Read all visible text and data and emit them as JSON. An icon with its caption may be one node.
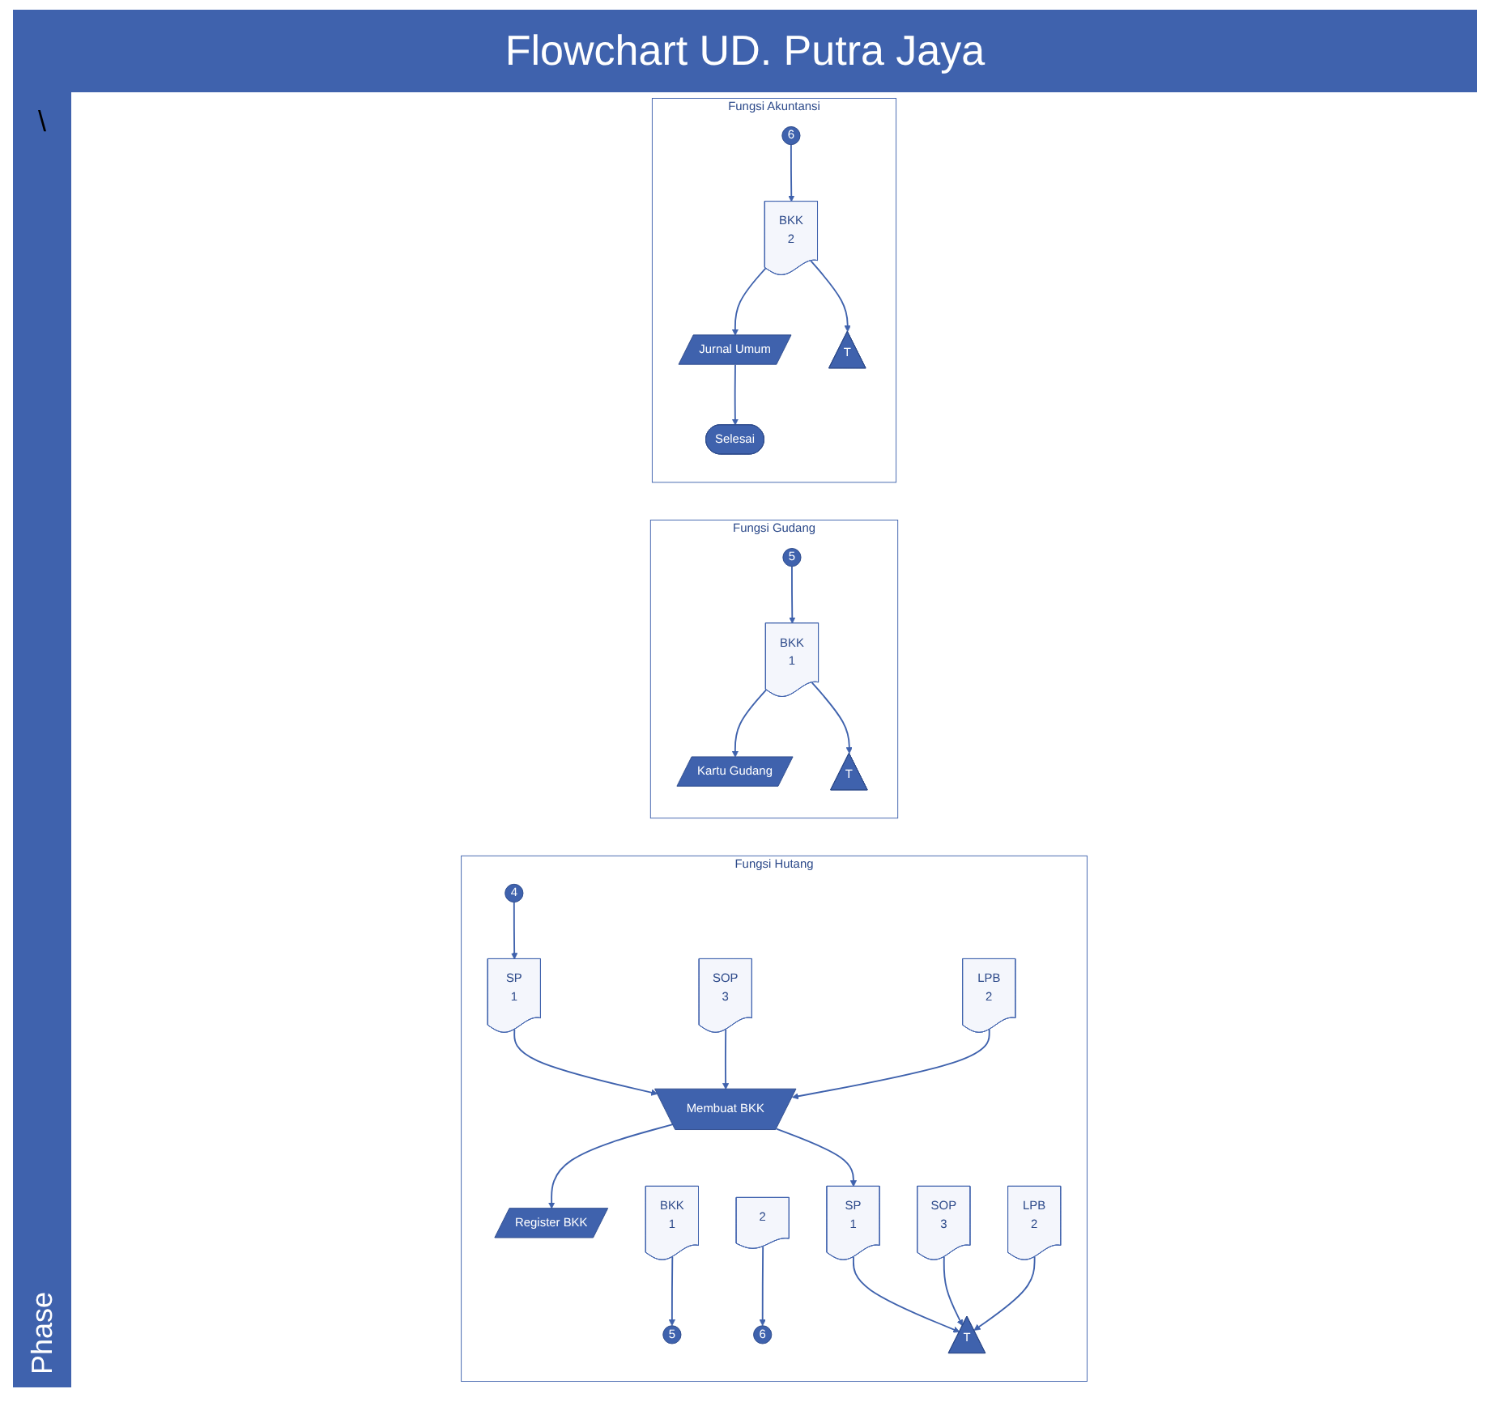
{
  "diagram": {
    "title": "Flowchart UD. Putra Jaya",
    "nodes": [
      {
        "text": [
          "Fungsi Hutang"
        ]
      },
      {
        "text": [
          "Fungsi Gudang"
        ]
      },
      {
        "text": [
          "Fungsi Akuntansi"
        ]
      },
      {
        "text": [
          "4"
        ],
        "in": 0
      },
      {
        "text": [
          "SP",
          "1"
        ],
        "in": 0
      },
      {
        "text": [
          "SOP",
          "3"
        ],
        "in": 0
      },
      {
        "text": [
          "LPB",
          "2"
        ],
        "in": 0
      },
      {
        "text": [
          "Membuat BKK"
        ],
        "in": 0
      },
      {
        "text": [
          "Register BKK"
        ],
        "in": 0
      },
      {
        "text": [
          "SP",
          "1"
        ],
        "in": 0
      },
      {
        "text": [
          "SOP",
          "3"
        ],
        "in": 0
      },
      {
        "text": [
          "LPB",
          "2"
        ],
        "in": 0
      },
      {
        "text": [
          "2"
        ],
        "in": 0
      },
      {
        "text": [
          "BKK",
          "1"
        ],
        "in": 0
      },
      {
        "text": [
          "5"
        ],
        "in": 0
      },
      {
        "text": [
          "6"
        ],
        "in": 0
      },
      {
        "text": [
          "T"
        ],
        "in": 0
      },
      {
        "text": [
          "5"
        ],
        "in": 1
      },
      {
        "text": [
          "BKK",
          "1"
        ],
        "in": 1
      },
      {
        "text": [
          "Kartu Gudang"
        ],
        "in": 1
      },
      {
        "text": [
          "T"
        ],
        "in": 1
      },
      {
        "text": [
          "6"
        ],
        "in": 2
      },
      {
        "text": [
          "BKK",
          "2"
        ],
        "in": 2
      },
      {
        "text": [
          "Jurnal Umum"
        ],
        "in": 2
      },
      {
        "text": [
          "T"
        ],
        "in": 2
      },
      {
        "text": [
          "Selesai"
        ],
        "in": 2
      }
    ],
    "edges": [
      {
        "from": 3,
        "to": 4,
        "arrow": "to"
      },
      {
        "from": 4,
        "to": 7,
        "arrow": "to"
      },
      {
        "from": 5,
        "to": 7,
        "arrow": "to"
      },
      {
        "from": 6,
        "to": 7,
        "arrow": "to"
      },
      {
        "from": 7,
        "to": 8,
        "arrow": "to"
      },
      {
        "from": 7,
        "to": 9,
        "arrow": "to"
      },
      {
        "from": 13,
        "to": 14,
        "arrow": "to"
      },
      {
        "from": 12,
        "to": 15,
        "arrow": "to"
      },
      {
        "from": 9,
        "to": 16,
        "arrow": "to"
      },
      {
        "from": 10,
        "to": 16,
        "arrow": "to"
      },
      {
        "from": 11,
        "to": 16,
        "arrow": "to"
      },
      {
        "from": 17,
        "to": 18,
        "arrow": "to"
      },
      {
        "from": 18,
        "to": 19,
        "arrow": "to"
      },
      {
        "from": 18,
        "to": 20,
        "arrow": "to"
      },
      {
        "from": 21,
        "to": 22,
        "arrow": "to"
      },
      {
        "from": 22,
        "to": 23,
        "arrow": "to"
      },
      {
        "from": 22,
        "to": 24,
        "arrow": "to"
      },
      {
        "from": 23,
        "to": 25,
        "arrow": "to"
      }
    ],
    "labels": [
      "\\",
      "Phase"
    ]
  }
}
